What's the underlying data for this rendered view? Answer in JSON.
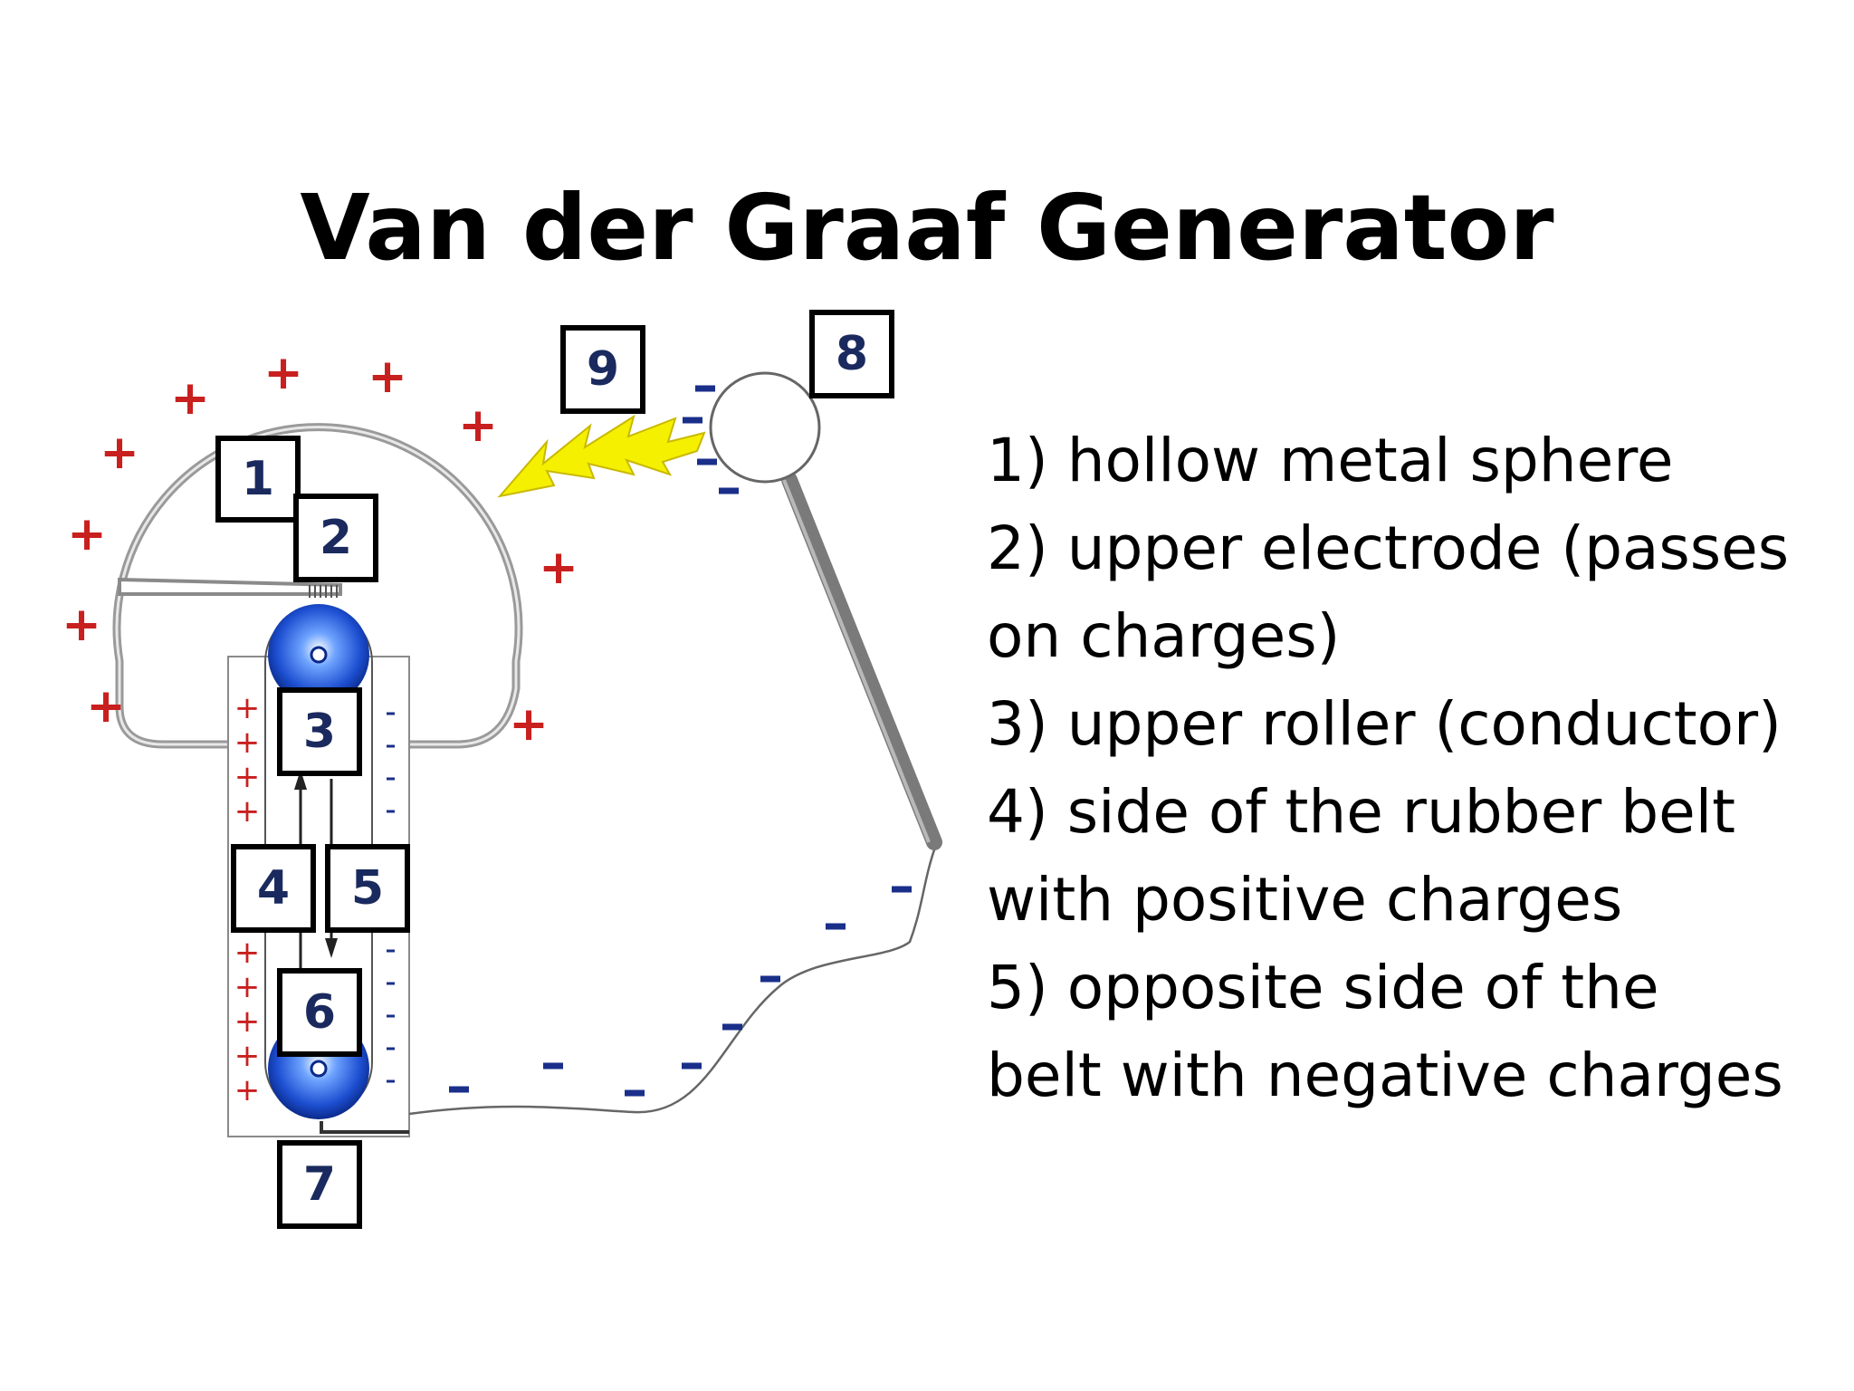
{
  "title": "Van der Graaf Generator",
  "labels": [
    "1",
    "2",
    "3",
    "4",
    "5",
    "6",
    "7",
    "8",
    "9"
  ],
  "legend_lines": [
    "1) hollow metal sphere",
    "2) upper electrode (passes",
    "on charges)",
    "3) upper roller (conductor)",
    "4) side of the rubber belt",
    "with positive charges",
    "5) opposite side of the",
    "belt with negative charges"
  ],
  "symbols": {
    "positive": "+",
    "negative": "-"
  },
  "colors": {
    "positive": "#c8201e",
    "negative": "#1a2f8a",
    "label_text": "#1a2a5e",
    "roller": "#1d4fd1",
    "spark": "#f4f000",
    "shell": "#a9a9a9",
    "rod": "#8a8a8a"
  }
}
